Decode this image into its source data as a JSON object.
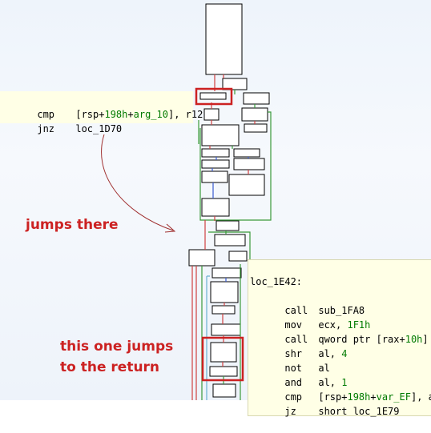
{
  "popup_top": {
    "lines": [
      {
        "mnemonic": "cmp",
        "op_a": "[rsp+",
        "op_num": "198h",
        "op_b": "+",
        "op_var": "arg_10",
        "op_c": "], r12"
      },
      {
        "mnemonic": "jnz",
        "op_a": "loc_1D70",
        "op_num": "",
        "op_b": "",
        "op_var": "",
        "op_c": ""
      }
    ]
  },
  "popup_bottom": {
    "label": "loc_1E42:",
    "lines": [
      {
        "mnemonic": "call",
        "op_a": "sub_1FA8",
        "op_num": "",
        "op_b": "",
        "op_var": "",
        "op_c": ""
      },
      {
        "mnemonic": "mov",
        "op_a": "ecx, ",
        "op_num": "1F1h",
        "op_b": "",
        "op_var": "",
        "op_c": ""
      },
      {
        "mnemonic": "call",
        "op_a": "qword ptr [rax+",
        "op_num": "10h",
        "op_b": "]",
        "op_var": "",
        "op_c": ""
      },
      {
        "mnemonic": "shr",
        "op_a": "al, ",
        "op_num": "4",
        "op_b": "",
        "op_var": "",
        "op_c": ""
      },
      {
        "mnemonic": "not",
        "op_a": "al",
        "op_num": "",
        "op_b": "",
        "op_var": "",
        "op_c": ""
      },
      {
        "mnemonic": "and",
        "op_a": "al, ",
        "op_num": "1",
        "op_b": "",
        "op_var": "",
        "op_c": ""
      },
      {
        "mnemonic": "cmp",
        "op_a": "[rsp+",
        "op_num": "198h",
        "op_b": "+",
        "op_var": "var_EF",
        "op_c": "], al"
      },
      {
        "mnemonic": "jz",
        "op_a": "short loc_1E79",
        "op_num": "",
        "op_b": "",
        "op_var": "",
        "op_c": ""
      }
    ]
  },
  "annotations": {
    "jumps_there": "jumps there",
    "return_line1": "this one jumps",
    "return_line2": "to the return"
  },
  "colors": {
    "annotation": "#cc2222",
    "highlight": "#cc2222",
    "edge_red": "#d04040",
    "edge_green": "#3a9a3a",
    "edge_blue": "#3a5ad0",
    "popup_bg": "#ffffe6"
  }
}
